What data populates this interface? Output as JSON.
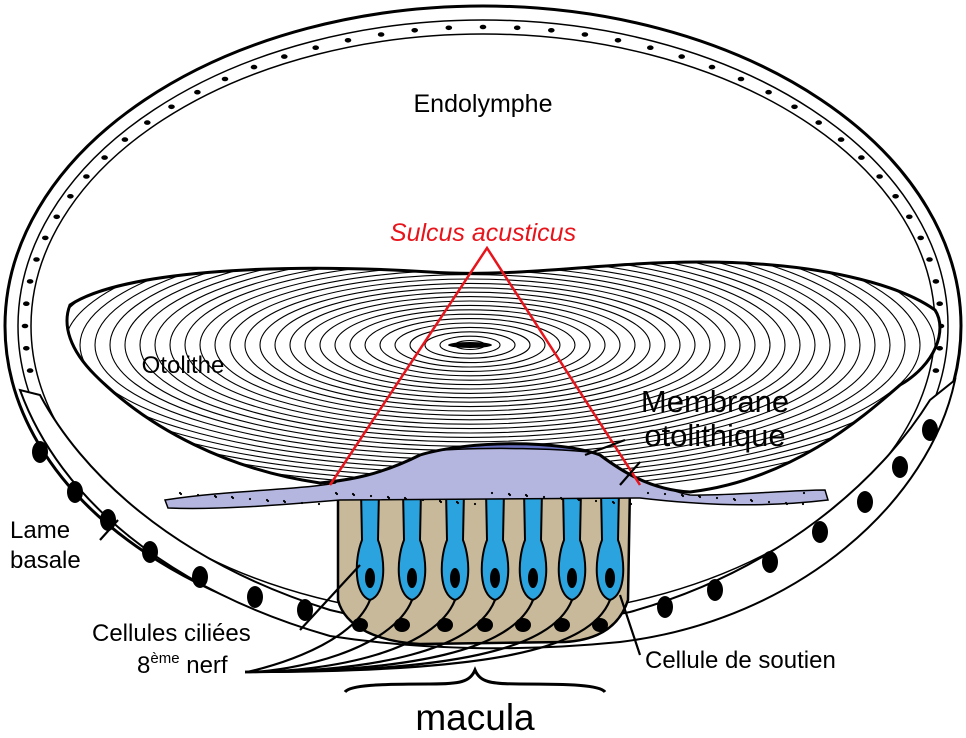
{
  "labels": {
    "endolymph": "Endolymphe",
    "sulcus": "Sulcus acusticus",
    "otolith": "Otolithe",
    "membrane_line1": "Membrane",
    "membrane_line2": "otolithique",
    "lame_line1": "Lame",
    "lame_line2": "basale",
    "hair_cells": "Cellules ciliées",
    "nerve_prefix": "8",
    "nerve_sup": "ème",
    "nerve_suffix": " nerf",
    "support_cell": "Cellule de soutien",
    "macula": "macula"
  },
  "colors": {
    "sulcus": "#e8141b",
    "hair_cell": "#2aa3de",
    "macula_tissue": "#c8b99a",
    "membrane_light": "#b4b6e0",
    "membrane_dark": "#6a70c0",
    "outline": "#000000"
  }
}
